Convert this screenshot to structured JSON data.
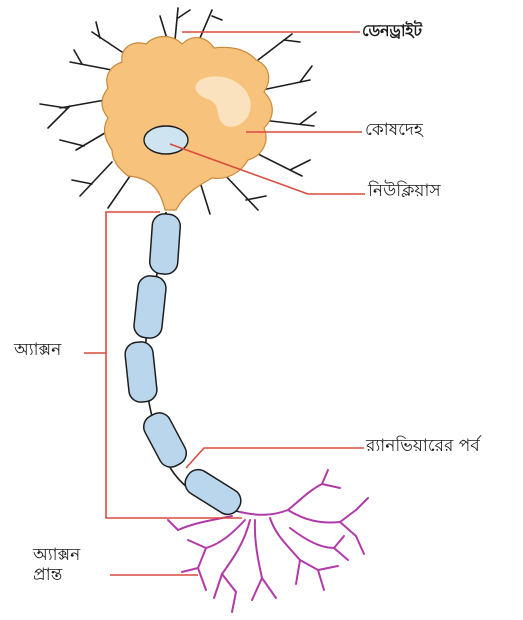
{
  "diagram": {
    "labels": {
      "dendrite": "ডেনড্রাইট",
      "cell_body": "কোষদেহ",
      "nucleus": "নিউক্লিয়াস",
      "axon": "অ্যাক্সন",
      "node_of_ranvier": "র‍্যানভিয়ারের পর্ব",
      "axon_terminal_line1": "অ্যাক্সন",
      "axon_terminal_line2": "প্রান্ত"
    },
    "colors": {
      "soma_fill": "#f7c27c",
      "soma_highlight": "#fbe6c7",
      "nucleus_fill": "#cfe4f1",
      "myelin_fill": "#b9d6ec",
      "outline": "#1e1e1e",
      "leader_line": "#d94a3e",
      "terminal_branches": "#b23aa8"
    }
  }
}
